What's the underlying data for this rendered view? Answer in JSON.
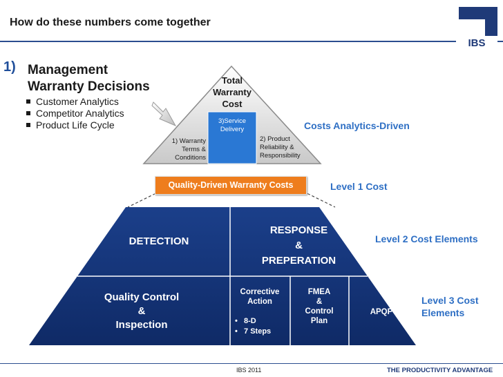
{
  "header": {
    "title": "How do these numbers come together",
    "logo_text": "IBS"
  },
  "section": {
    "number": "1)",
    "heading_line1": "Management",
    "heading_line2": "Warranty Decisions",
    "bullets": [
      "Customer Analytics",
      "Competitor Analytics",
      "Product Life Cycle"
    ]
  },
  "triangle": {
    "top": [
      "Total",
      "Warranty",
      "Cost"
    ],
    "center": [
      "3)Service",
      "Delivery"
    ],
    "left": [
      "1) Warranty",
      "Terms &",
      "Conditions"
    ],
    "right": [
      "2) Product",
      "Reliability &",
      "Responsibility"
    ]
  },
  "labels": {
    "costs_analytics": "Costs Analytics-Driven",
    "quality_driven": "Quality-Driven Warranty Costs",
    "level1": "Level 1 Cost",
    "level2": "Level 2 Cost Elements",
    "level3_line1": "Level 3 Cost",
    "level3_line2": "Elements"
  },
  "pyramid": {
    "detection": "DETECTION",
    "response": [
      "RESPONSE",
      "&",
      "PREPERATION"
    ],
    "quality_control": [
      "Quality Control",
      "&",
      "Inspection"
    ],
    "corrective": [
      "Corrective",
      "Action"
    ],
    "corrective_bullets": [
      "8-D",
      "7 Steps"
    ],
    "fmea": [
      "FMEA",
      "&",
      "Control",
      "Plan"
    ],
    "apqp": "APQP"
  },
  "footer": {
    "center": "IBS 2011",
    "right": "THE PRODUCTIVITY ADVANTAGE"
  },
  "colors": {
    "navy": "#13306e",
    "accent_blue": "#2e6fc4",
    "orange": "#ee7d1d"
  }
}
